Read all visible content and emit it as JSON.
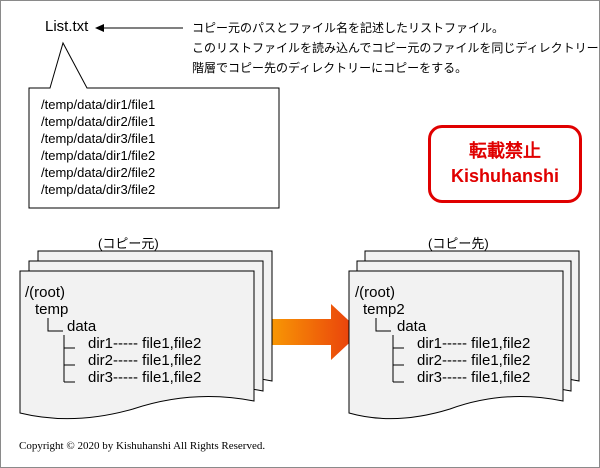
{
  "list_file": {
    "name": "List.txt",
    "description": [
      "コピー元のパスとファイル名を記述したリストファイル。",
      "このリストファイルを読み込んでコピー元のファイルを同じディレクトリー",
      "階層でコピー先のディレクトリーにコピーをする。"
    ],
    "entries": [
      "/temp/data/dir1/file1",
      "/temp/data/dir2/file1",
      "/temp/data/dir3/file1",
      "/temp/data/dir1/file2",
      "/temp/data/dir2/file2",
      "/temp/data/dir3/file2"
    ]
  },
  "stamp": {
    "line1": "転載禁止",
    "line2": "Kishuhanshi",
    "color": "#e00000"
  },
  "source": {
    "caption": "(コピー元)",
    "root": "/(root)",
    "top_dir": "temp",
    "data_dir": "data",
    "rows": [
      "dir1----- file1,file2",
      "dir2----- file1,file2",
      "dir3----- file1,file2"
    ]
  },
  "destination": {
    "caption": "(コピー先)",
    "root": "/(root)",
    "top_dir": "temp2",
    "data_dir": "data",
    "rows": [
      "dir1----- file1,file2",
      "dir2----- file1,file2",
      "dir3----- file1,file2"
    ]
  },
  "colors": {
    "document_fill": "#f2f2f2",
    "arrow_start": "#ffc000",
    "arrow_end": "#e8380d"
  },
  "copyright": "Copyright © 2020 by Kishuhanshi All Rights Reserved."
}
